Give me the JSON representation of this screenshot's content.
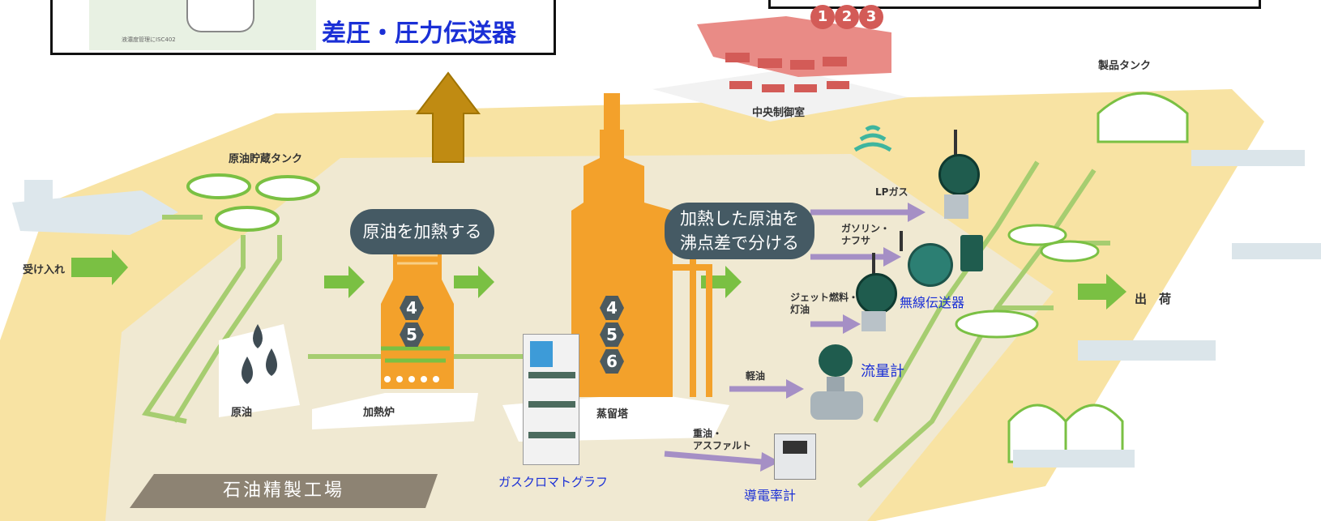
{
  "top_box": {
    "title": "差圧・圧力伝送器",
    "thumbnail_caption": "液濃度管理にISC402"
  },
  "badges": {
    "control_room": [
      "1",
      "2",
      "3"
    ],
    "furnace": [
      "4",
      "5"
    ],
    "tower": [
      "4",
      "5",
      "6"
    ]
  },
  "labels": {
    "control_room": "中央制御室",
    "product_tank": "製品タンク",
    "crude_storage": "原油貯蔵タンク",
    "receiving": "受け入れ",
    "crude": "原油",
    "heater": "加熱炉",
    "tower": "蒸留塔",
    "shipping": "出　荷",
    "lpg": "LPガス",
    "gasoline": "ガソリン・\nナフサ",
    "jet": "ジェット燃料・\n灯油",
    "diesel": "軽油",
    "heavy": "重油・\nアスファルト",
    "plant": "石油精製工場"
  },
  "bubbles": {
    "heat": "原油を加熱する",
    "separate": "加熱した原油を\n沸点差で分ける"
  },
  "instruments": {
    "wireless": "無線伝送器",
    "flowmeter": "流量計",
    "gc": "ガスクロマトグラフ",
    "conductivity": "導電率計"
  },
  "colors": {
    "plant_yellow": "#f6db8a",
    "orange": "#f3a12b",
    "green": "#7ac043",
    "purple": "#a58fc5",
    "control_red": "#e98b86",
    "arrow_gold": "#c08b12",
    "title_blue": "#1a2fd6",
    "hex": "#4c5a5f"
  }
}
